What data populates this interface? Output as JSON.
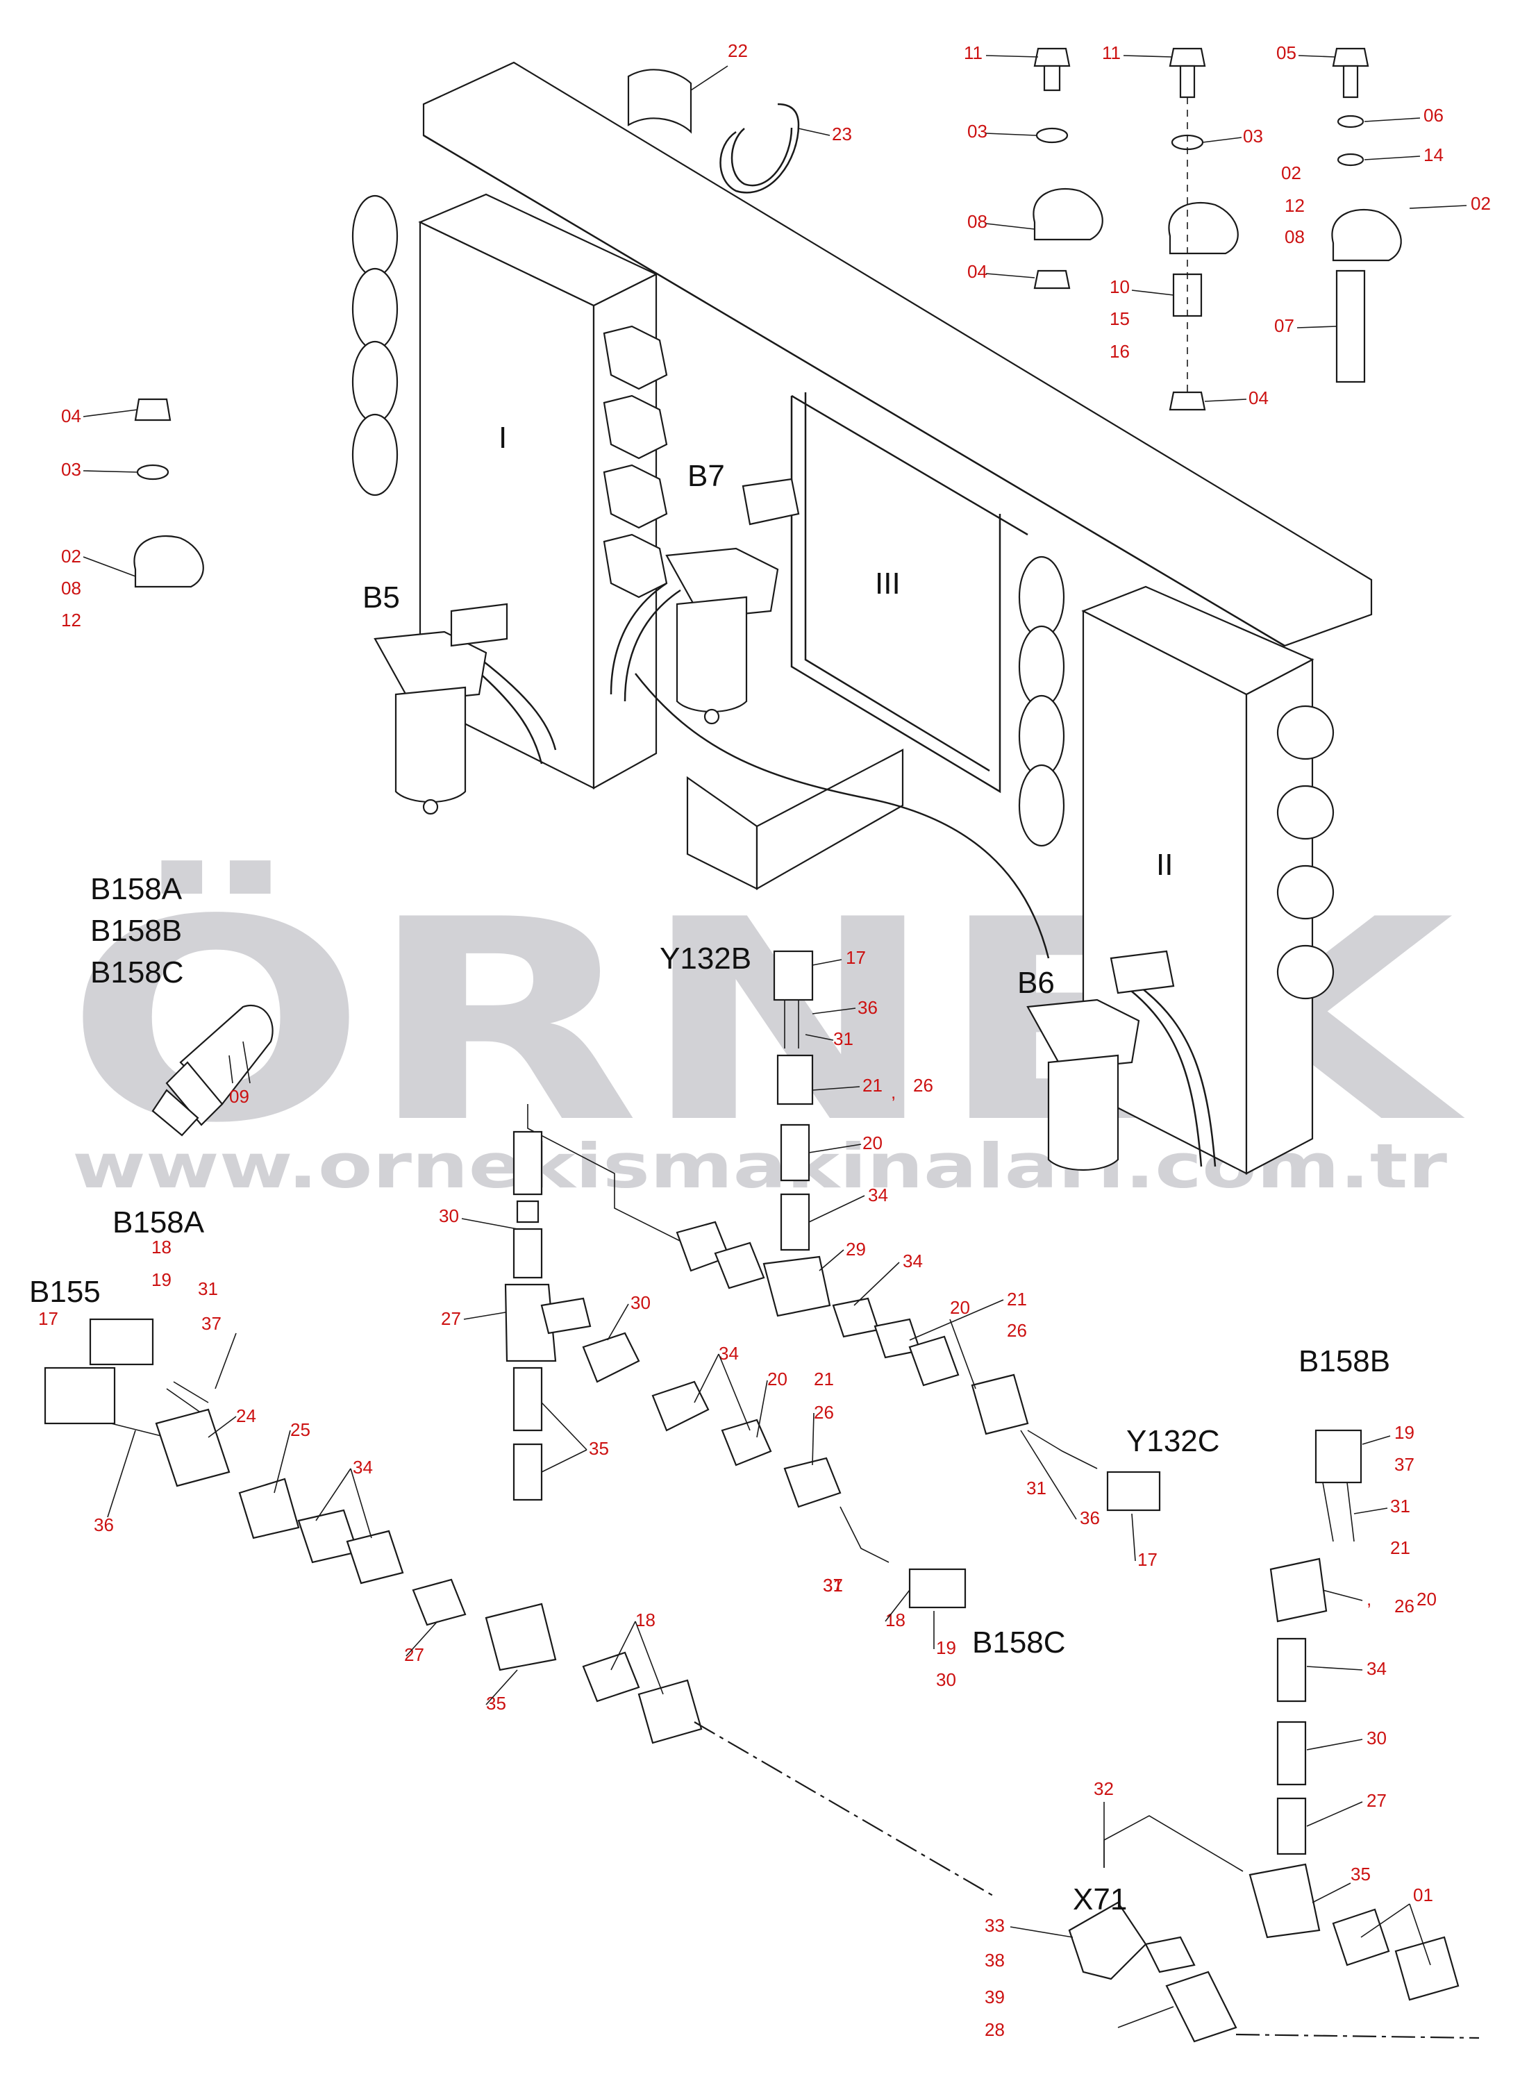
{
  "watermark": {
    "brand": "ÖRNEK",
    "url": "www.ornekismakinalari.com.tr"
  },
  "group_labels": [
    "I",
    "II",
    "III"
  ],
  "component_labels": [
    {
      "id": "b5",
      "text": "B5"
    },
    {
      "id": "b6",
      "text": "B6"
    },
    {
      "id": "b7",
      "text": "B7"
    },
    {
      "id": "b158a-top",
      "text": "B158A"
    },
    {
      "id": "b158b-top",
      "text": "B158B"
    },
    {
      "id": "b158c-top",
      "text": "B158C"
    },
    {
      "id": "y132b",
      "text": "Y132B"
    },
    {
      "id": "y132c",
      "text": "Y132C"
    },
    {
      "id": "b158a",
      "text": "B158A"
    },
    {
      "id": "b155",
      "text": "B155"
    },
    {
      "id": "b158c",
      "text": "B158C"
    },
    {
      "id": "b158b",
      "text": "B158B"
    },
    {
      "id": "x71",
      "text": "X71"
    }
  ],
  "callouts": [
    "22",
    "23",
    "11",
    "03",
    "08",
    "04",
    "11",
    "03",
    "12",
    "08",
    "10",
    "15",
    "16",
    "04",
    "05",
    "06",
    "14",
    "02",
    "02",
    "07",
    "04",
    "03",
    "02",
    "08",
    "12",
    "09",
    "17",
    "36",
    "31",
    "21",
    ",",
    "26",
    "20",
    "34",
    "29",
    "34",
    "21",
    "26",
    "20",
    "18",
    "19",
    "31",
    "37",
    "17",
    "24",
    "25",
    "34",
    "36",
    "30",
    "27",
    "30",
    "34",
    "20",
    "21",
    "26",
    "35",
    "31",
    "36",
    "17",
    "31",
    "37",
    "18",
    "19",
    "30",
    "27",
    "35",
    "18",
    "19",
    "37",
    "31",
    "21",
    ",",
    "26",
    "20",
    "34",
    "30",
    "27",
    "35",
    "01",
    "32",
    "33",
    "38",
    "39",
    "28"
  ]
}
